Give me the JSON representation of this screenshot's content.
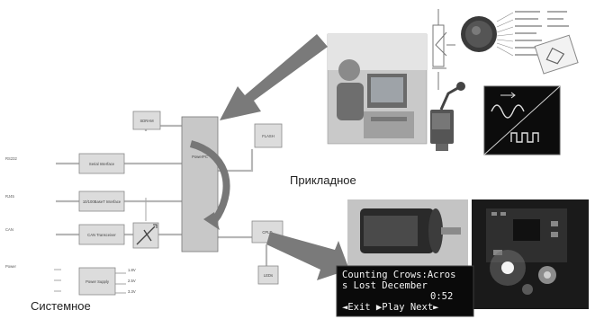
{
  "labels": {
    "applied": "Прикладное",
    "system": "Системное"
  },
  "blocks": {
    "sdram": "SDRAM",
    "cpu": "PowerPC",
    "flash": "FLASH",
    "serial": "Serial Interface",
    "ethernet": "10/100BaseT Interface",
    "transceiver": "CAN Transceiver",
    "power": "Power Supply",
    "cpld": "CPLD",
    "leds": "LEDs"
  },
  "ports": {
    "rs232": "RS232",
    "ethernet": "RJ45",
    "can": "CAN",
    "power": "Power"
  },
  "voltages": [
    "1.8V",
    "2.5V",
    "3.3V"
  ],
  "lcd": {
    "line1": "Counting Crows:Acros",
    "line2": "s Lost December",
    "line3_left": "",
    "line3_right": "0:52",
    "line4": "◄Exit  ▶Play  Next►"
  },
  "colors": {
    "arrow": "#7a7a7a",
    "block_fill": "#dcdcdc",
    "cpu_fill": "#c8c8c8",
    "lcd_bg": "#0a0a0a"
  }
}
